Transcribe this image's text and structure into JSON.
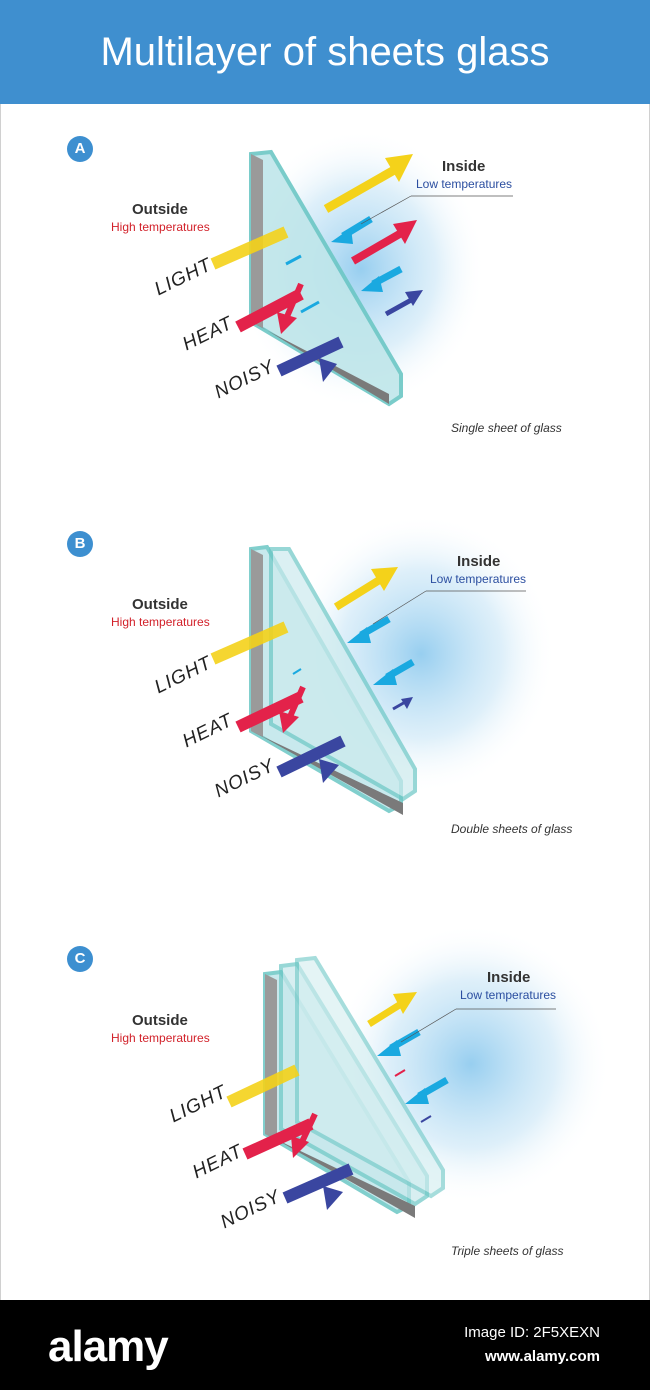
{
  "header": {
    "title": "Multilayer of sheets glass"
  },
  "sections": [
    {
      "badge": "A",
      "outside": "Outside",
      "outside_sub": "High temperatures",
      "inside": "Inside",
      "inside_sub": "Low temperatures",
      "light": "LIGHT",
      "heat": "HEAT",
      "noisy": "NOISY",
      "caption": "Single sheet of glass"
    },
    {
      "badge": "B",
      "outside": "Outside",
      "outside_sub": "High temperatures",
      "inside": "Inside",
      "inside_sub": "Low temperatures",
      "light": "LIGHT",
      "heat": "HEAT",
      "noisy": "NOISY",
      "caption": "Double sheets of glass"
    },
    {
      "badge": "C",
      "outside": "Outside",
      "outside_sub": "High temperatures",
      "inside": "Inside",
      "inside_sub": "Low temperatures",
      "light": "LIGHT",
      "heat": "HEAT",
      "noisy": "NOISY",
      "caption": "Triple sheets of glass"
    }
  ],
  "footer": {
    "logo": "alamy",
    "image_id": "Image ID: 2F5XEXN",
    "site": "www.alamy.com"
  },
  "colors": {
    "header_bg": "#3f8fcf",
    "light_arrow": "#f4d21a",
    "heat_arrow": "#e3224a",
    "noise_arrow": "#3a46a0",
    "cold_arrow": "#1aa9e0",
    "glass_edge": "#6cc7c5",
    "glass_fill": "#bfe6ea"
  }
}
